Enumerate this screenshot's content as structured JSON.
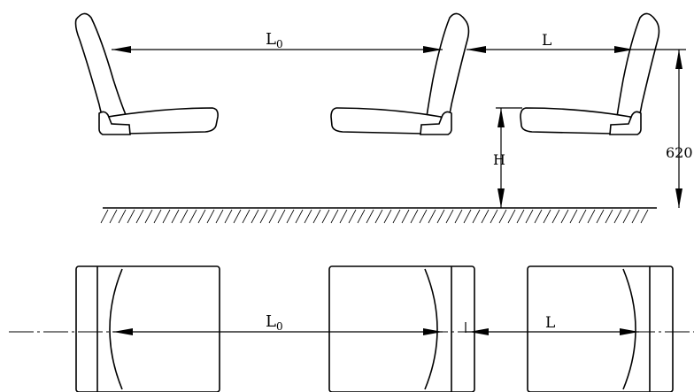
{
  "labels": {
    "side_seat_spacing_L0": "L",
    "side_seat_spacing_L0_sub": "0",
    "side_seat_pitch_L": "L",
    "height_H": "H",
    "overall_height": "620",
    "top_seat_spacing_L0": "L",
    "top_seat_spacing_L0_sub": "0",
    "top_seat_pitch_L": "L"
  }
}
